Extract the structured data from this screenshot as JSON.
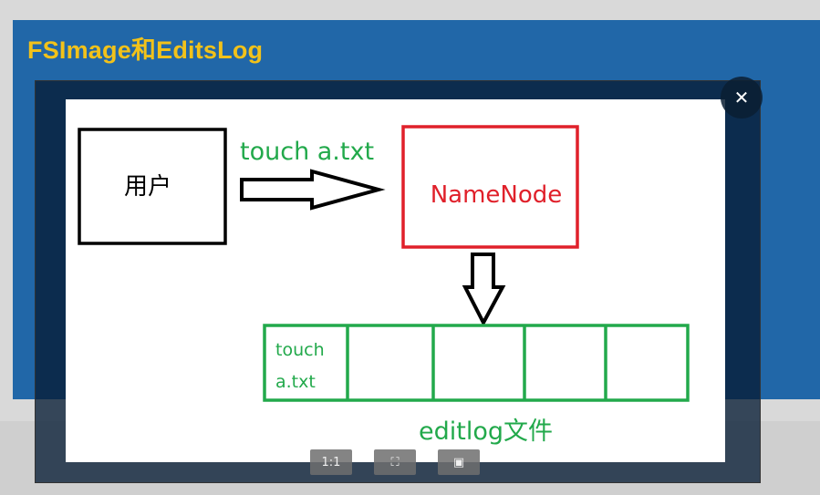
{
  "slide": {
    "title": "FSImage和EditsLog"
  },
  "viewer": {
    "close_glyph": "✕",
    "toolbar": [
      {
        "name": "actual-size",
        "label": "1:1"
      },
      {
        "name": "fit-screen",
        "label": "⛶"
      },
      {
        "name": "download",
        "label": "▣"
      }
    ]
  },
  "diagram": {
    "user_box_label": "用户",
    "arrow_label": "touch a.txt",
    "namenode_label": "NameNode",
    "editlog_cells": [
      {
        "line1": "touch",
        "line2": "a.txt"
      },
      {
        "line1": "",
        "line2": ""
      },
      {
        "line1": "",
        "line2": ""
      },
      {
        "line1": "",
        "line2": ""
      },
      {
        "line1": "",
        "line2": ""
      }
    ],
    "editlog_caption": "editlog文件",
    "colors": {
      "user_box": "#000000",
      "namenode": "#e0202a",
      "green": "#22a94b"
    }
  }
}
